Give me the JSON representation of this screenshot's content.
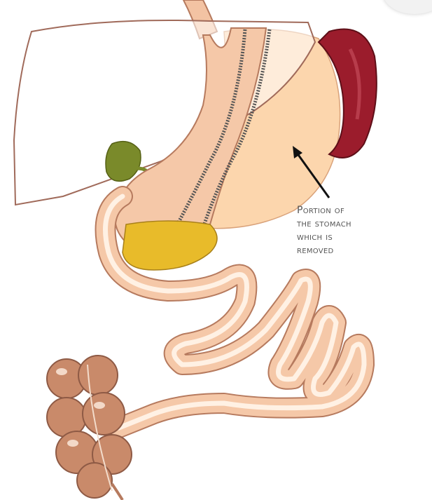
{
  "label": {
    "lines": [
      "Portion of",
      "the stomach",
      "which is",
      "removed"
    ]
  },
  "colors": {
    "tissue": "#f7d2b0",
    "tissue_outline": "#b67a5e",
    "removed_stomach": "#fcd6ad",
    "spleen": "#9b1c2c",
    "gallbladder": "#7a8a2a",
    "pancreas": "#e8bb2a",
    "colon": "#c98a6a"
  }
}
